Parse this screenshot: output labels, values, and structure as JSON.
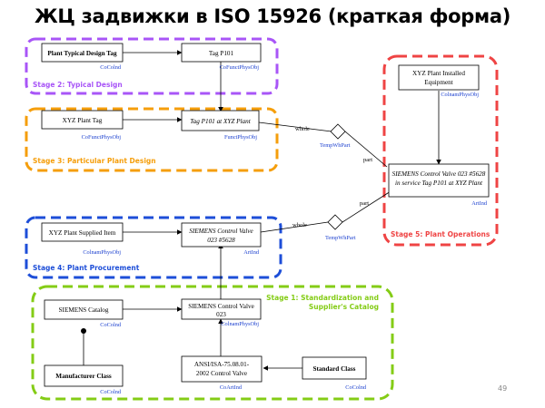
{
  "title": "ЖЦ задвижки в ISO 15926 (краткая форма)",
  "page_number": "49",
  "stages": {
    "s2": {
      "label": "Stage 2: Typical Design",
      "color": "#a855f7"
    },
    "s3": {
      "label": "Stage 3: Particular Plant Design",
      "color": "#f59e0b"
    },
    "s4": {
      "label": "Stage 4: Plant Procurement",
      "color": "#1d4ed8"
    },
    "s5": {
      "label": "Stage 5: Plant Operations",
      "color": "#ef4444"
    },
    "s1": {
      "label_line1": "Stage 1: Standardization and",
      "label_line2": "Supplier's Catalog",
      "color": "#84cc16"
    }
  },
  "nodes": {
    "n1": {
      "lines": [
        "Plant Typical Design Tag"
      ],
      "type": "CoColnd",
      "bold": true,
      "italic": false
    },
    "n2": {
      "lines": [
        "Tag P101"
      ],
      "type": "CoFunctPhysObj",
      "bold": false,
      "italic": false
    },
    "n3": {
      "lines": [
        "XYZ Plant Tag"
      ],
      "type": "CoFunctPhysObj",
      "bold": false,
      "italic": false
    },
    "n4": {
      "lines": [
        "Tag P101 at XYZ Plant"
      ],
      "type": "FunctPhysObj",
      "bold": false,
      "italic": true
    },
    "n5": {
      "lines": [
        "XYZ Plant Installed",
        "Equipment"
      ],
      "type": "ColnamPhysObj",
      "bold": false,
      "italic": false
    },
    "n6": {
      "lines": [
        "SIEMENS Control Valve 023 #5628",
        "in service Tag P101 at XYZ Plant"
      ],
      "type": "ArtInd",
      "bold": false,
      "italic": true
    },
    "n7": {
      "lines": [
        "XYZ Plant Supplied Item"
      ],
      "type": "ColnamPhysObj",
      "bold": false,
      "italic": false
    },
    "n8": {
      "lines": [
        "SIEMENS Control Valve",
        "023 #5628"
      ],
      "type": "ArtInd",
      "bold": false,
      "italic": true
    },
    "n9": {
      "lines": [
        "SIEMENS Catalog"
      ],
      "type": "CoColnd",
      "bold": false,
      "italic": false
    },
    "n10": {
      "lines": [
        "SIEMENS Control Valve",
        "023"
      ],
      "type": "ColnamPhysObj",
      "bold": false,
      "italic": false
    },
    "n11": {
      "lines": [
        "Manufacturer Class"
      ],
      "type": "CoColnd",
      "bold": true,
      "italic": false
    },
    "n12": {
      "lines": [
        "ANSI/ISA-75.08.01-",
        "2002 Control Valve"
      ],
      "type": "CoArtInd",
      "bold": false,
      "italic": false
    },
    "n13": {
      "lines": [
        "Standard Class"
      ],
      "type": "CoColnd",
      "bold": true,
      "italic": false
    }
  },
  "relations": {
    "d1": {
      "type_label": "TempWhPart",
      "whole_label": "whole",
      "part_label": "part"
    },
    "d2": {
      "type_label": "TempWhPart",
      "whole_label": "whole",
      "part_label": "part"
    }
  }
}
